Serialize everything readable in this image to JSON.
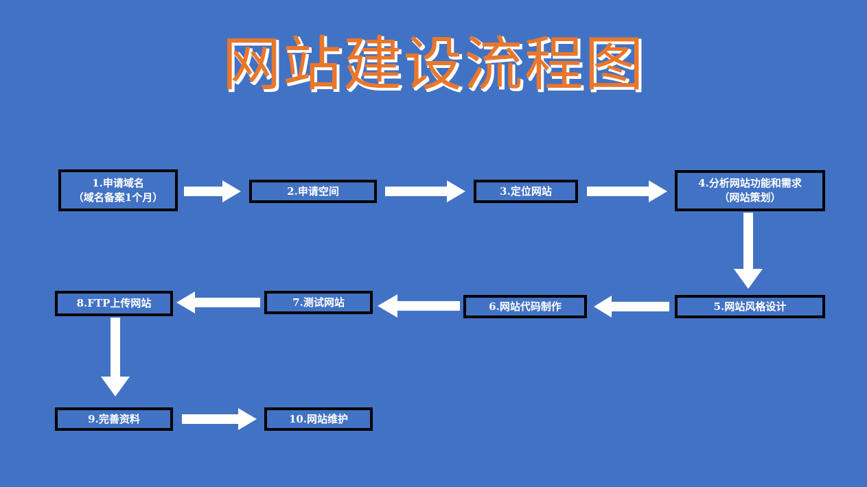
{
  "slide": {
    "background_color": "#4272c4",
    "title": "网站建设流程图",
    "title_color": "#e8772c",
    "title_shadow_color": "#ffffff"
  },
  "flowchart": {
    "type": "process-flow",
    "box_fill_color": "#4272c4",
    "box_border_color": "#000000",
    "box_text_color": "#ffffff",
    "arrow_color": "#ffffff",
    "nodes": [
      {
        "id": "n1",
        "number": "1",
        "label": "1.申请域名\n（域名备案1个月）",
        "row": 1,
        "order": 1
      },
      {
        "id": "n2",
        "number": "2",
        "label": "2.申请空间",
        "row": 1,
        "order": 2
      },
      {
        "id": "n3",
        "number": "3",
        "label": "3.定位网站",
        "row": 1,
        "order": 3
      },
      {
        "id": "n4",
        "number": "4",
        "label": "4.分析网站功能和需求\n（网站策划）",
        "row": 1,
        "order": 4
      },
      {
        "id": "n5",
        "number": "5",
        "label": "5.网站风格设计",
        "row": 2,
        "order": 1
      },
      {
        "id": "n6",
        "number": "6",
        "label": "6.网站代码制作",
        "row": 2,
        "order": 2
      },
      {
        "id": "n7",
        "number": "7",
        "label": "7.测试网站",
        "row": 2,
        "order": 3
      },
      {
        "id": "n8",
        "number": "8",
        "label": "8.FTP上传网站",
        "row": 2,
        "order": 4
      },
      {
        "id": "n9",
        "number": "9",
        "label": "9.完善资料",
        "row": 3,
        "order": 1
      },
      {
        "id": "n10",
        "number": "10",
        "label": "10.网站维护",
        "row": 3,
        "order": 2
      }
    ],
    "connections": [
      {
        "from": "n1",
        "to": "n2",
        "direction": "right"
      },
      {
        "from": "n2",
        "to": "n3",
        "direction": "right"
      },
      {
        "from": "n3",
        "to": "n4",
        "direction": "right"
      },
      {
        "from": "n4",
        "to": "n5",
        "direction": "down"
      },
      {
        "from": "n5",
        "to": "n6",
        "direction": "left"
      },
      {
        "from": "n6",
        "to": "n7",
        "direction": "left"
      },
      {
        "from": "n7",
        "to": "n8",
        "direction": "left"
      },
      {
        "from": "n8",
        "to": "n9",
        "direction": "down"
      },
      {
        "from": "n9",
        "to": "n10",
        "direction": "right"
      }
    ]
  }
}
